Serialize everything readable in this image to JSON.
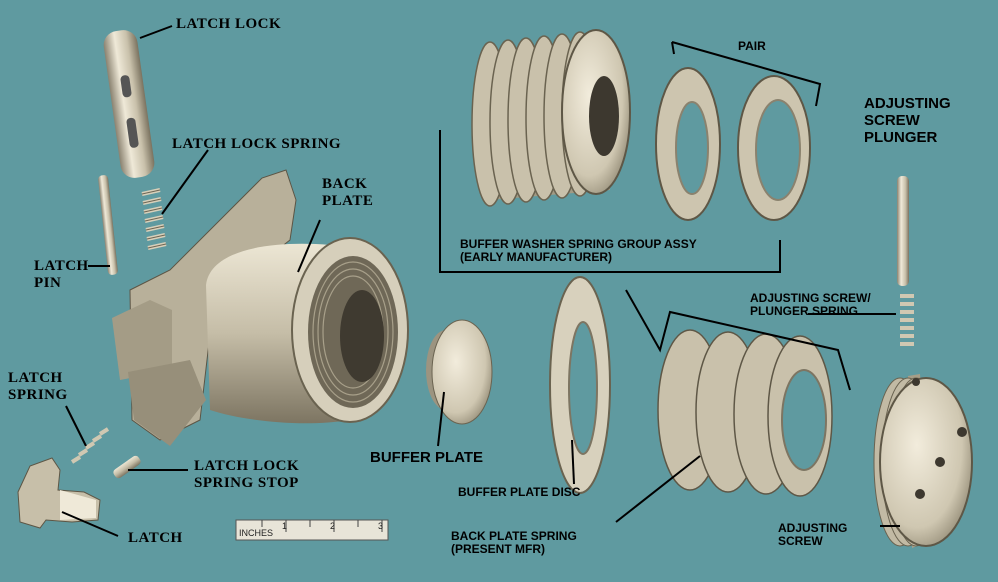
{
  "labels": {
    "latch_lock": "LATCH LOCK",
    "latch_lock_spring": "LATCH LOCK SPRING",
    "back_plate": [
      "BACK",
      "PLATE"
    ],
    "latch_pin": [
      "LATCH",
      "PIN"
    ],
    "latch_spring": [
      "LATCH",
      "SPRING"
    ],
    "latch_lock_spring_stop": [
      "LATCH LOCK",
      "SPRING STOP"
    ],
    "latch": "LATCH",
    "buffer_plate": "BUFFER PLATE",
    "buffer_plate_disc": "BUFFER PLATE DISC",
    "back_plate_spring": [
      "BACK PLATE SPRING",
      "(PRESENT MFR)"
    ],
    "buffer_washer_spring_group": [
      "BUFFER WASHER SPRING GROUP ASSY",
      "(EARLY MANUFACTURER)"
    ],
    "pair": "PAIR",
    "adjusting_screw_plunger": [
      "ADJUSTING",
      "SCREW",
      "PLUNGER"
    ],
    "adjusting_screw_plunger_spring": [
      "ADJUSTING SCREW/",
      "PLUNGER SPRING"
    ],
    "adjusting_screw": [
      "ADJUSTING",
      "SCREW"
    ]
  },
  "ruler": {
    "unit_label": "INCHES",
    "ticks": [
      "1",
      "2",
      "3"
    ]
  },
  "colors": {
    "background": "#5f9aa0",
    "metal_light": "#ece6d4",
    "metal_mid": "#b9b19c",
    "metal_dark": "#6e6756",
    "ink": "#000000"
  }
}
